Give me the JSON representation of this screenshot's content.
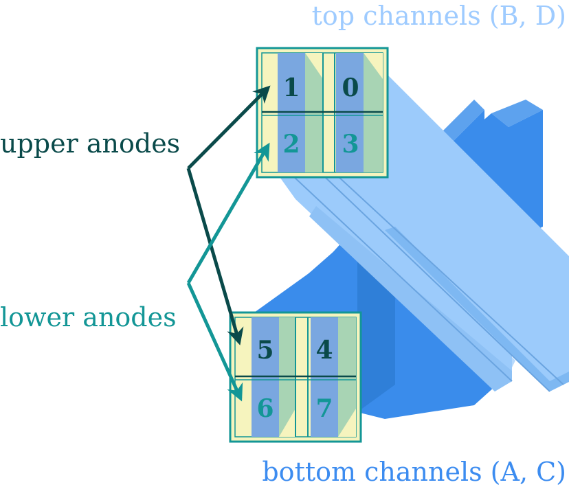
{
  "labels": {
    "top_channels": "top channels (B, D)",
    "bottom_channels": "bottom channels (A, C)",
    "upper_anodes": "upper anodes",
    "lower_anodes": "lower anodes"
  },
  "anodes": {
    "top": [
      "1",
      "0",
      "2",
      "3"
    ],
    "bottom": [
      "5",
      "4",
      "6",
      "7"
    ]
  },
  "colors": {
    "dark_teal": "#0a4a4a",
    "teal": "#139696",
    "top_text": "#9ecbff",
    "bottom_text": "#3c8cf0",
    "bar_light": "#9ccbfb",
    "bar_dark": "#3a8ceb",
    "pixel_blue": "#7aa7e0",
    "pixel_yellow": "#f6f4be",
    "pixel_green": "#a8d4b4"
  }
}
